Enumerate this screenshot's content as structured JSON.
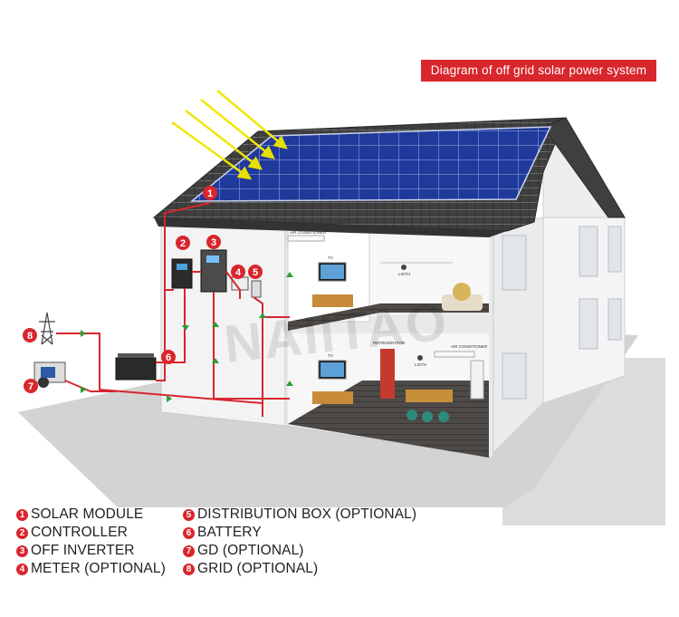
{
  "title": "Diagram of off grid solar power system",
  "watermark": "NAIITAO",
  "markers": [
    "1",
    "2",
    "3",
    "4",
    "5",
    "6",
    "7",
    "8"
  ],
  "room_labels": {
    "ac_upper": "AIR CONDITIONER",
    "tv_upper": "TV",
    "light_upper": "LIGTH",
    "tv_lower": "TV",
    "refrigerator": "REFRIGERATOR",
    "light_lower": "LIGTH",
    "ac_lower": "AIR CONDITIONER"
  },
  "legend": [
    {
      "num": "1",
      "label": "SOLAR MODULE"
    },
    {
      "num": "2",
      "label": "CONTROLLER"
    },
    {
      "num": "3",
      "label": "OFF INVERTER"
    },
    {
      "num": "4",
      "label": "METER (OPTIONAL)"
    },
    {
      "num": "5",
      "label": "DISTRIBUTION BOX (OPTIONAL)"
    },
    {
      "num": "6",
      "label": "BATTERY"
    },
    {
      "num": "7",
      "label": "GD (OPTIONAL)"
    },
    {
      "num": "8",
      "label": "GRID (OPTIONAL)"
    }
  ],
  "colors": {
    "accent": "#d8262d",
    "panel": "#1f3a9a",
    "roof": "#4a4a4a",
    "ground": "#d9d9d9",
    "wire": "#d8262d",
    "arrow": "#2e9e3a",
    "sunray": "#f2e600"
  }
}
